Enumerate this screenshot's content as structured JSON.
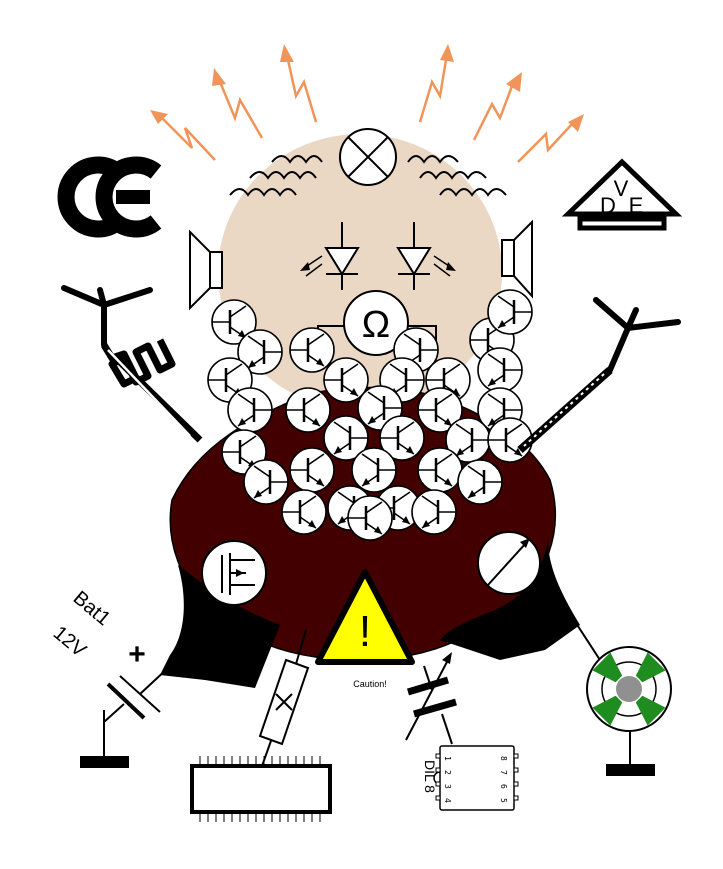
{
  "labels": {
    "battery_name": "Bat1",
    "battery_voltage": "12V",
    "battery_plus": "+",
    "caution": "Caution!",
    "warning_mark": "!",
    "ic_label": "DIL 8",
    "ic_pins_left": [
      "1",
      "2",
      "3",
      "4"
    ],
    "ic_pins_right": [
      "8",
      "7",
      "6",
      "5"
    ],
    "resistor_symbol": "Ω",
    "vde_letters": [
      "V",
      "D",
      "E"
    ],
    "ce_mark": "CE"
  },
  "colors": {
    "face": "#ead8c4",
    "hair": "#420000",
    "warning_fill": "#ffff00",
    "plus_red": "#e00000",
    "spark_orange": "#f0955a",
    "lifebuoy_green": "#1e8c1e",
    "lifebuoy_hub": "#909090"
  },
  "icons": [
    "lamp-icon",
    "inductor-icon",
    "led-icon",
    "speaker-icon",
    "ohmmeter-icon",
    "transistor-icon",
    "antenna-icon",
    "meander-icon",
    "mosfet-icon",
    "meter-icon",
    "warning-icon",
    "battery-icon",
    "ground-icon",
    "resistor-icon",
    "variable-capacitor-icon",
    "chip-icon",
    "dil8-icon",
    "lifebuoy-icon",
    "ce-mark-icon",
    "vde-mark-icon"
  ]
}
